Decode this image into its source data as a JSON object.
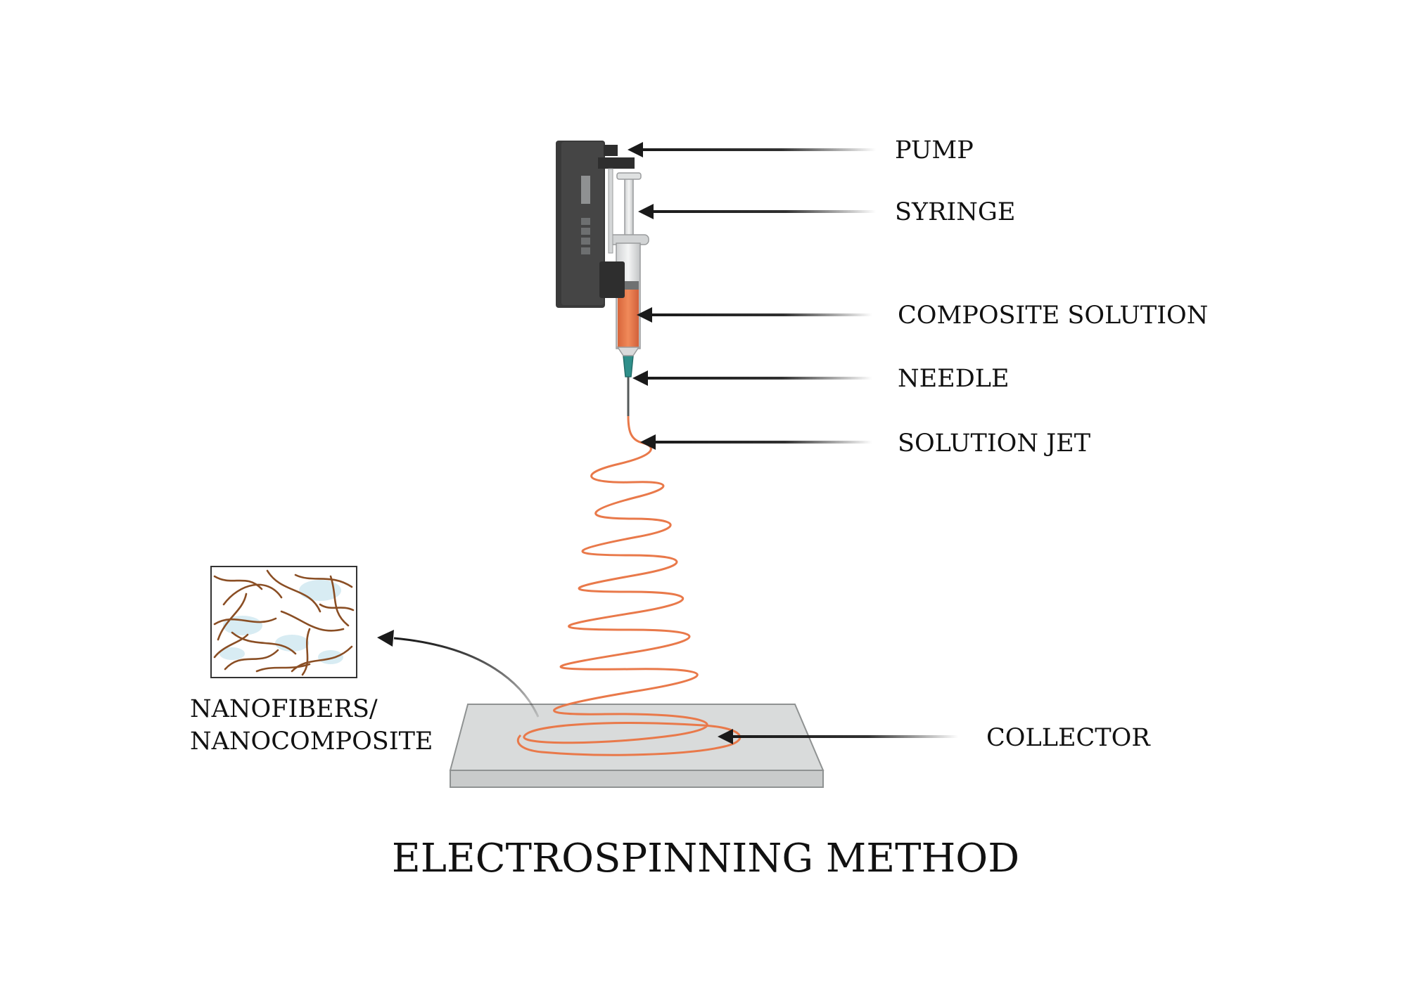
{
  "title": "ELECTROSPINNING METHOD",
  "labels": {
    "pump": "PUMP",
    "syringe": "SYRINGE",
    "composite_solution": "COMPOSITE SOLUTION",
    "needle": "NEEDLE",
    "solution_jet": "SOLUTION JET",
    "collector": "COLLECTOR",
    "nanofibers_line1": "NANOFIBERS/",
    "nanofibers_line2": "NANOCOMPOSITE"
  },
  "colors": {
    "pump_body": "#3a3a3a",
    "solution": "#e9794a",
    "needle_hub": "#2f8f8a",
    "collector_top": "#d9dbdb",
    "collector_side": "#c9cbcb",
    "fiber": "#8a4e24",
    "fiber_background": "#d8ecf3",
    "arrow": "#1a1a1a"
  }
}
